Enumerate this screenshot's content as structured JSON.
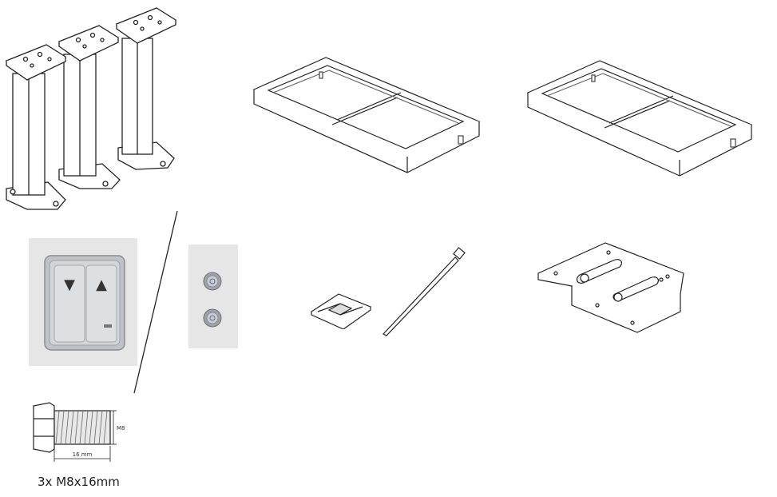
{
  "bolt": {
    "caption": "3x M8x16mm",
    "thread_label": "M8",
    "length_label": "16 mm"
  },
  "switch": {
    "down_arrow": "▼",
    "up_arrow": "▲"
  }
}
